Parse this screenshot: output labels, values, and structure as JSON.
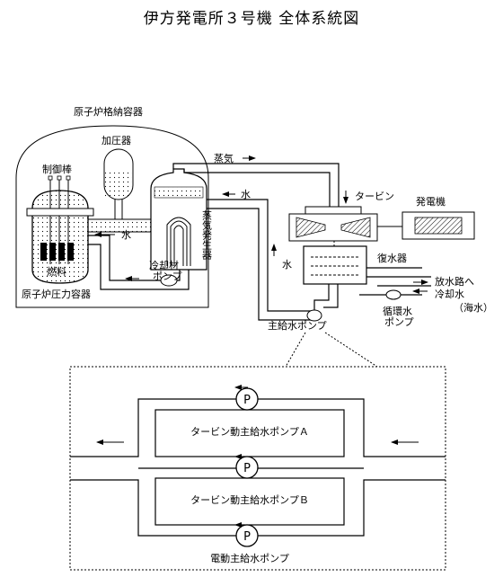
{
  "title": "伊方発電所３号機 全体系統図",
  "labels": {
    "containment": "原子炉格納容器",
    "pressurizer": "加圧器",
    "control_rods": "制御棒",
    "fuel": "燃料",
    "reactor_vessel": "原子炉圧力容器",
    "water_primary": "水",
    "steam": "蒸気",
    "water_feed": "水",
    "steam_generator": "蒸気発生器",
    "coolant_pump_1": "冷却材",
    "coolant_pump_2": "ポンプ",
    "turbine": "タービン",
    "generator": "発電機",
    "water_condensate": "水",
    "condenser": "復水器",
    "discharge": "放水路へ",
    "cooling_water": "冷却水",
    "sea_water": "（海水）",
    "circ_pump_1": "循環水",
    "circ_pump_2": "ポンプ",
    "main_feed_pump": "主給水ポンプ"
  },
  "detail": {
    "pump_symbol": "P",
    "pump_a": "タービン動主給水ポンプＡ",
    "pump_b": "タービン動主給水ポンプＢ",
    "pump_motor": "電動主給水ポンプ"
  }
}
